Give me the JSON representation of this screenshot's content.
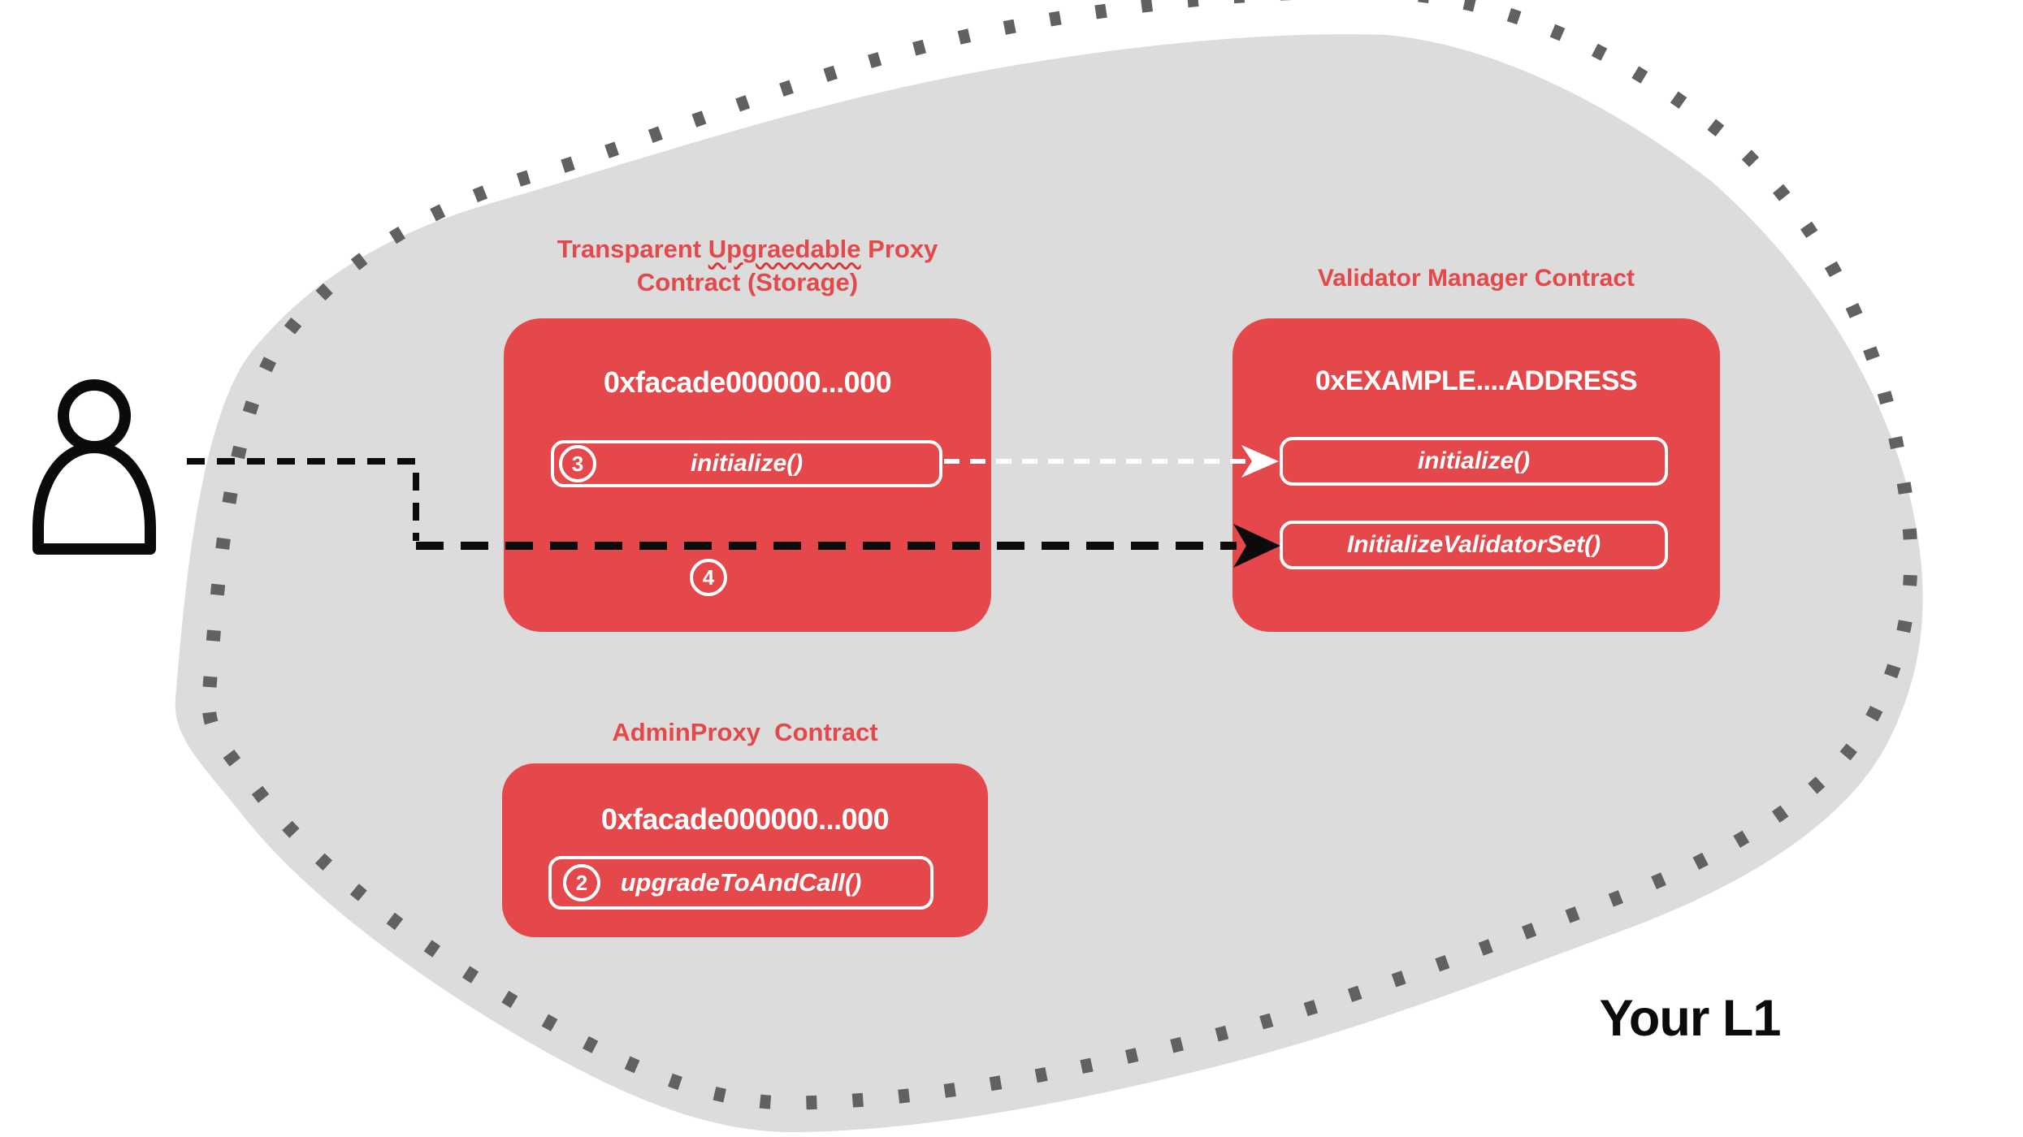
{
  "colors": {
    "accent_red": "#E5484B",
    "blob_gray": "#DCDCDC",
    "dot_gray": "#616161",
    "ink_black": "#0B0B0B",
    "pure_white": "#FFFFFF",
    "squiggle_red": "#D6383C"
  },
  "l1": {
    "label": "Your L1"
  },
  "proxy_contract": {
    "title_line1_pre": "Transparent ",
    "title_line1_misspelled": "Upgraedable",
    "title_line1_post": " Proxy",
    "title_line2": "Contract (Storage)",
    "address": "0xfacade000000...000",
    "function": "initialize()",
    "step_initialize": "3",
    "step_delegate": "4"
  },
  "validator_contract": {
    "title": "Validator Manager Contract",
    "address": "0xEXAMPLE....ADDRESS",
    "functions": [
      "initialize()",
      "InitializeValidatorSet()"
    ]
  },
  "admin_contract": {
    "title": "AdminProxy  Contract",
    "address": "0xfacade000000...000",
    "function": "upgradeToAndCall()",
    "step": "2"
  }
}
